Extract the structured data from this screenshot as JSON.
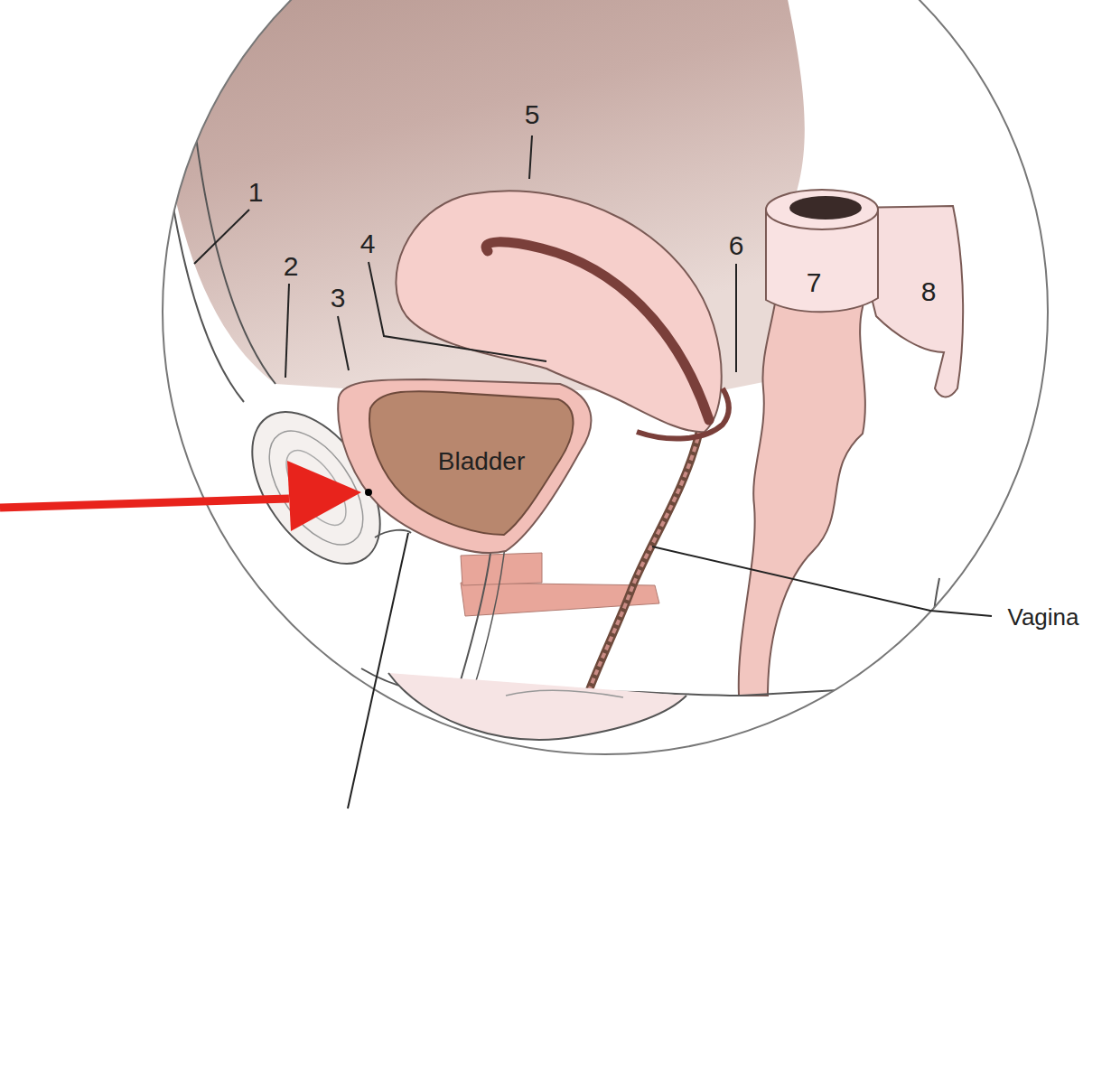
{
  "diagram": {
    "labels": [
      "1",
      "2",
      "3",
      "4",
      "5",
      "6",
      "7",
      "8",
      "Bladder",
      "Vagina"
    ]
  }
}
